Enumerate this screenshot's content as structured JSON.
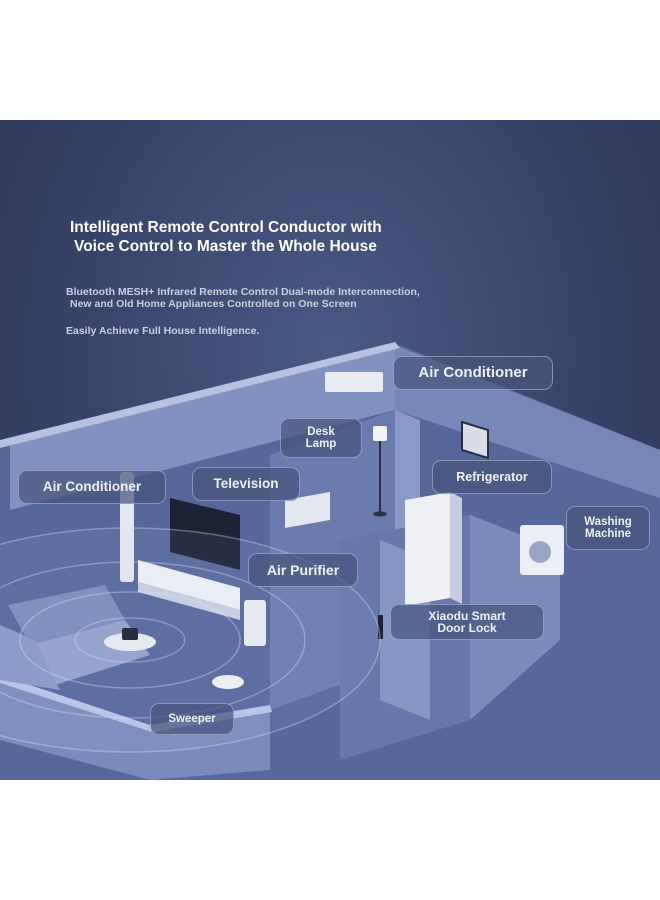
{
  "headline": {
    "line1": "Intelligent Remote Control Conductor with",
    "line2": "Voice Control to Master the Whole House"
  },
  "subtitle": {
    "line1": "Bluetooth MESH+ Infrared Remote Control Dual-mode Interconnection,",
    "line2": "New and Old Home Appliances Controlled on One Screen",
    "line3": "Easily Achieve Full House Intelligence."
  },
  "labels": {
    "air_conditioner_top": "Air Conditioner",
    "desk_lamp": "Desk\nLamp",
    "refrigerator": "Refrigerator",
    "washing_machine": "Washing\nMachine",
    "air_conditioner_left": "Air Conditioner",
    "television": "Television",
    "air_purifier": "Air Purifier",
    "door_lock": "Xiaodu Smart\nDoor Lock",
    "sweeper": "Sweeper"
  },
  "colors": {
    "background": "#374268",
    "wall": "#6d7fb0",
    "floor": "#5a6b9c",
    "appliance": "#e8ebf2"
  }
}
